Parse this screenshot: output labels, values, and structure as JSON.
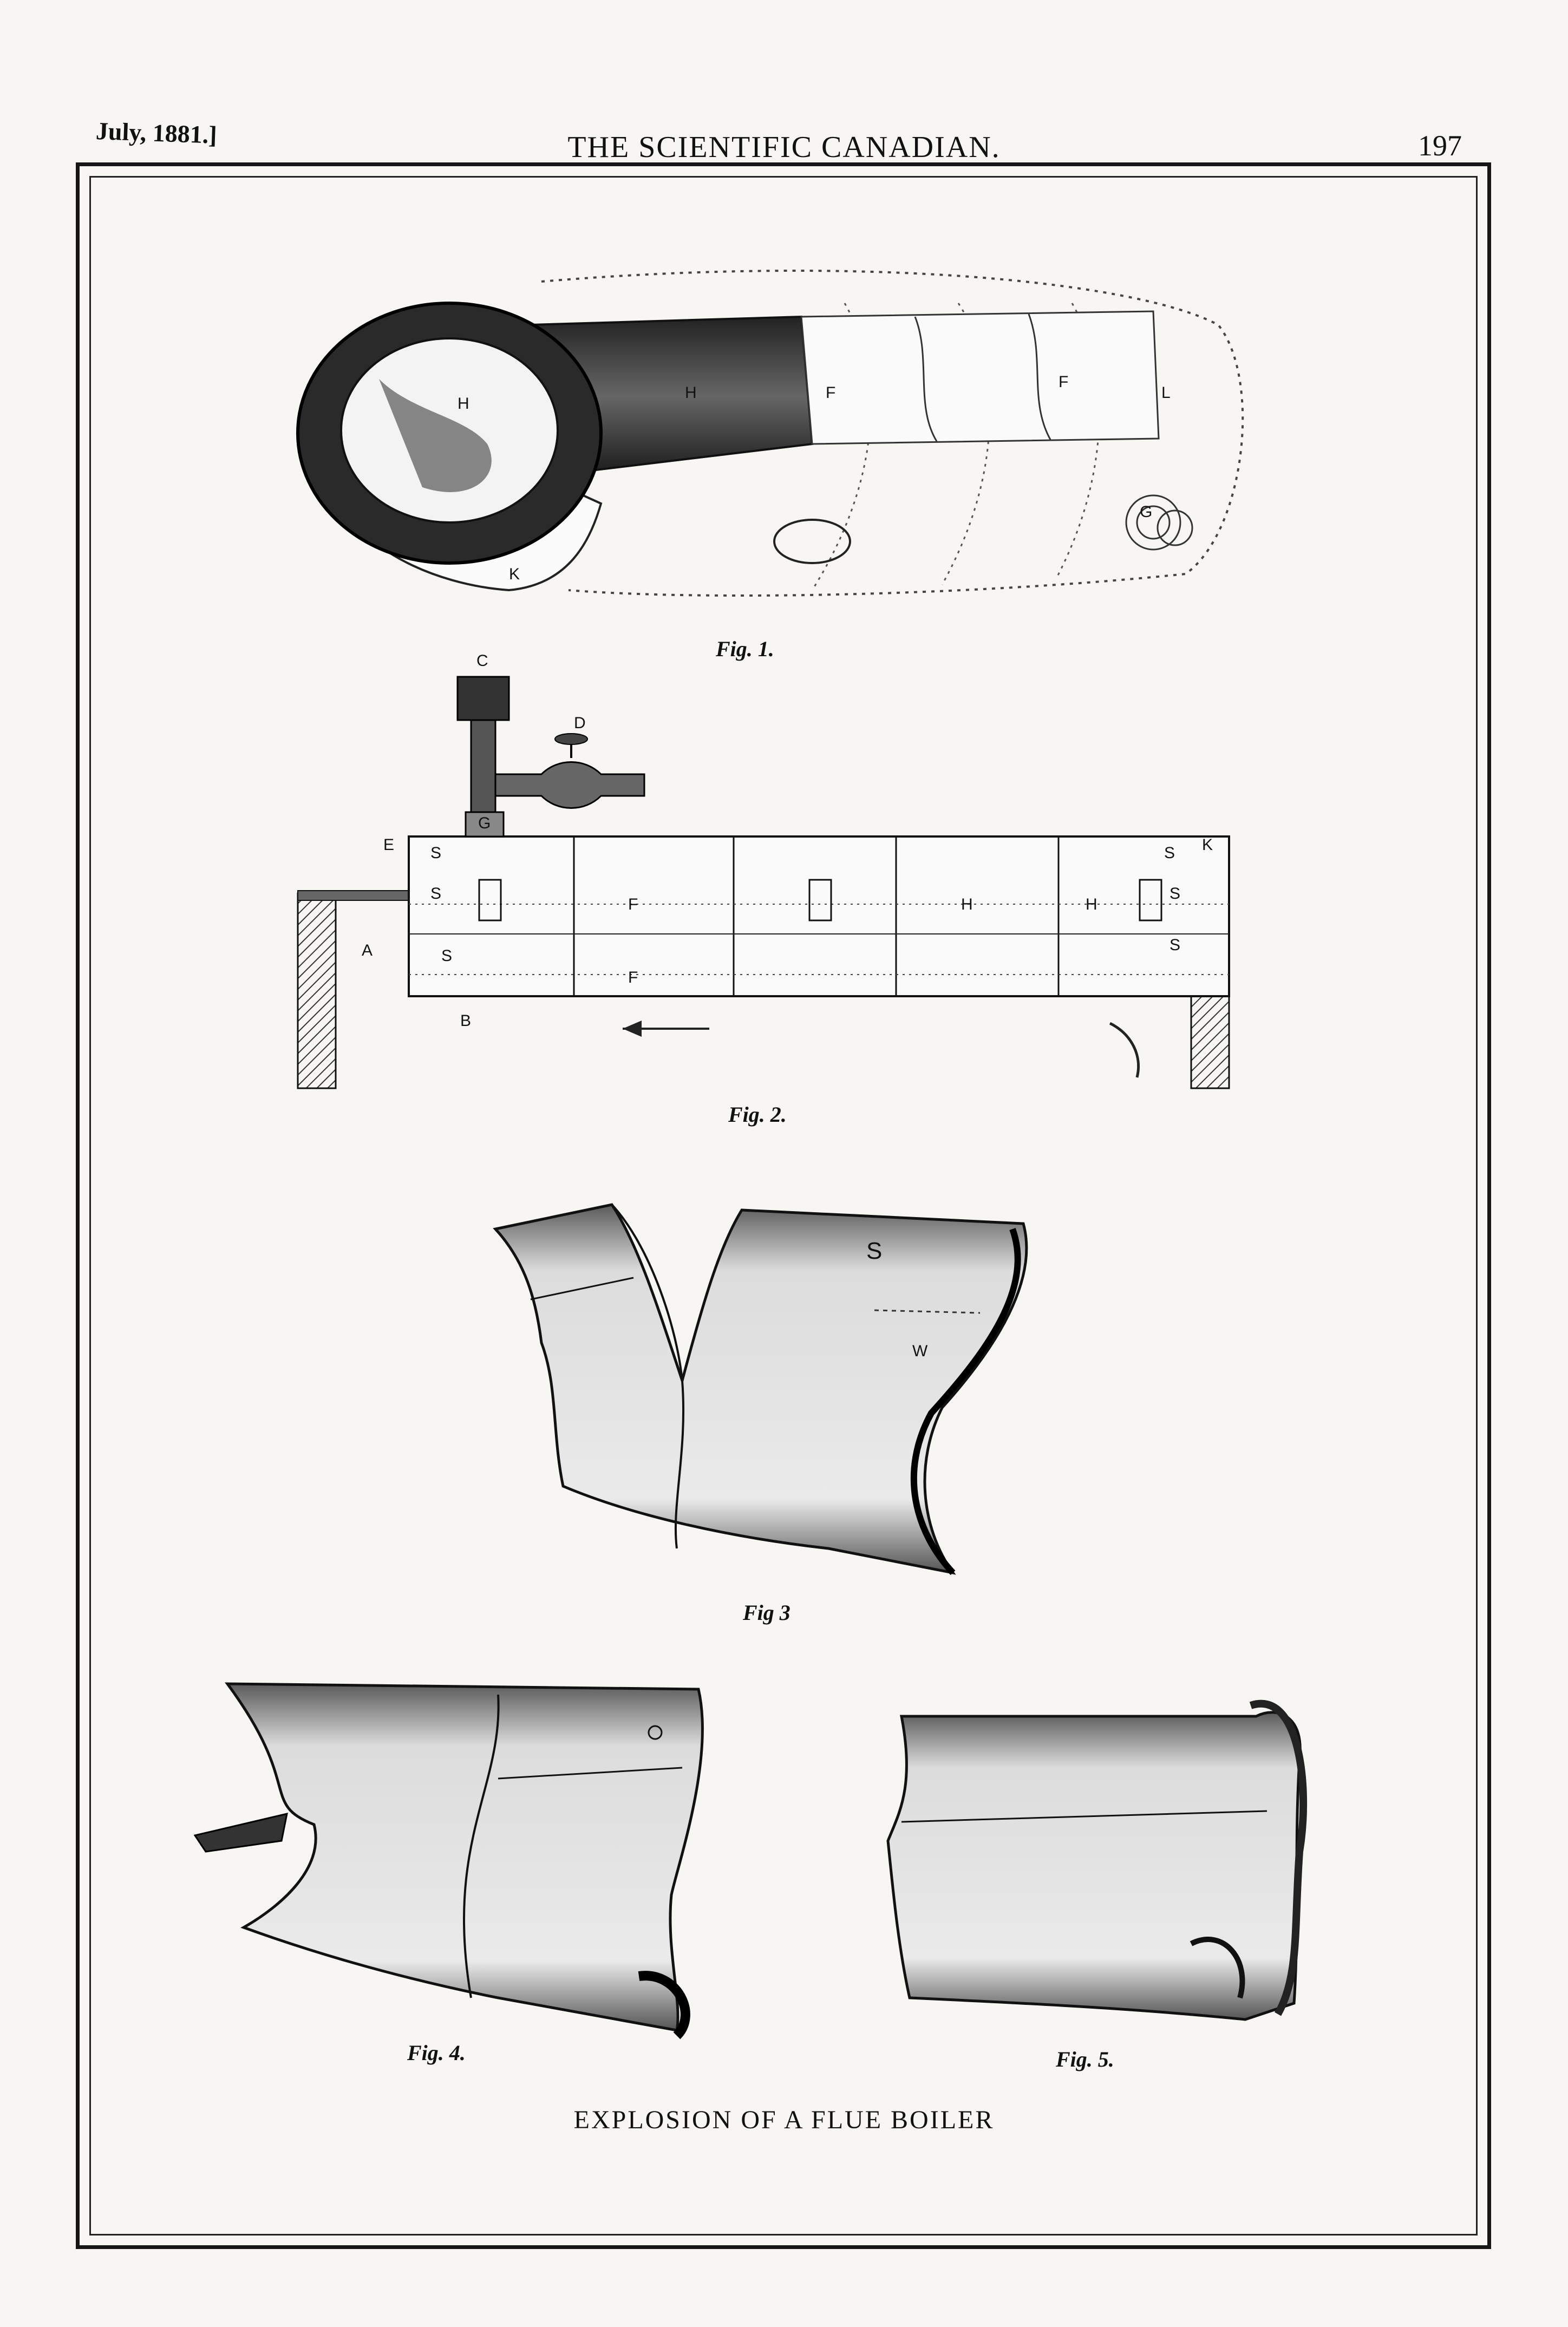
{
  "header": {
    "date": "July, 1881.]",
    "title": "THE SCIENTIFIC CANADIAN.",
    "page_number": "197"
  },
  "figures": {
    "fig1": {
      "caption": "Fig. 1.",
      "labels": {
        "h_inner": "H",
        "h_flue": "H",
        "f_left": "F",
        "f_right": "F",
        "l": "L",
        "g": "G",
        "k": "K"
      }
    },
    "fig2": {
      "caption": "Fig. 2.",
      "labels": {
        "c": "C",
        "d": "D",
        "e": "E",
        "g": "G",
        "a": "A",
        "b": "B",
        "k": "K",
        "s1": "S",
        "s2": "S",
        "s3": "S",
        "s4": "S",
        "s5": "S",
        "s6": "S",
        "f1": "F",
        "f2": "F",
        "h1": "H",
        "h2": "H"
      }
    },
    "fig3": {
      "caption": "Fig 3",
      "labels": {
        "s": "S",
        "w": "W"
      }
    },
    "fig4": {
      "caption": "Fig. 4."
    },
    "fig5": {
      "caption": "Fig. 5."
    }
  },
  "main_caption": "EXPLOSION OF A FLUE BOILER"
}
